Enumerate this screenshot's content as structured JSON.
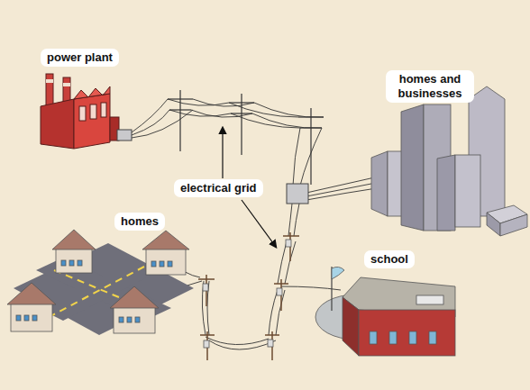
{
  "diagram": {
    "labels": [
      "power plant",
      "homes and businesses",
      "electrical grid",
      "homes",
      "school"
    ]
  }
}
